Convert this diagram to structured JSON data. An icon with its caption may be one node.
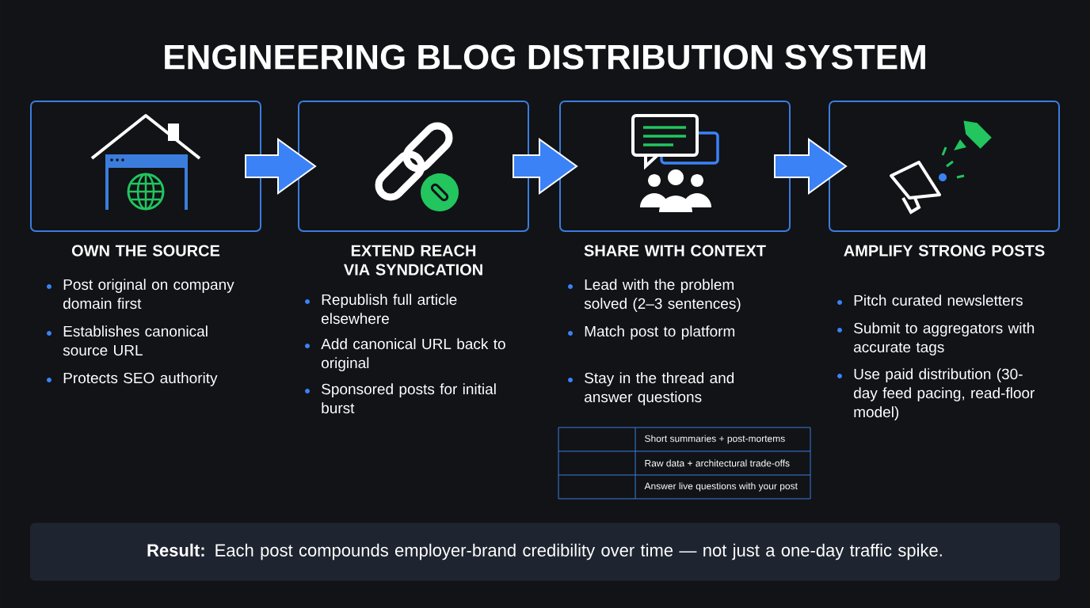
{
  "diagram": {
    "title": "ENGINEERING BLOG DISTRIBUTION SYSTEM",
    "nodes": [
      {
        "text": [
          "OWN THE SOURCE",
          "Post original on company domain first",
          "Establishes canonical source URL",
          "Protects SEO authority"
        ]
      },
      {
        "text": [
          "EXTEND REACH VIA SYNDICATION",
          "Republish full article elsewhere",
          "Add canonical URL back to original",
          "Sponsored posts for initial burst"
        ]
      },
      {
        "text": [
          "SHARE WITH CONTEXT",
          "Lead with the problem solved (2–3 sentences)",
          "Match post to platform",
          "Stay in the thread and answer questions"
        ]
      },
      {
        "text": [
          "AMPLIFY STRONG POSTS",
          "Pitch curated newsletters",
          "Submit to aggregators with accurate tags",
          "Use paid distribution (30-day feed pacing, read-floor model)"
        ]
      },
      {
        "text": [
          "**Result:** Each post compounds employer-brand credibility over time — not just a one-day traffic spike."
        ]
      }
    ],
    "edges": [
      {
        "from": 0,
        "to": 1,
        "arrow": "to"
      },
      {
        "from": 1,
        "to": 2,
        "arrow": "to"
      },
      {
        "from": 2,
        "to": 3,
        "arrow": "to"
      }
    ],
    "labels": [
      "Short summaries + post-mortems",
      "Raw data + architectural trade-offs",
      "Answer live questions with your post"
    ]
  }
}
